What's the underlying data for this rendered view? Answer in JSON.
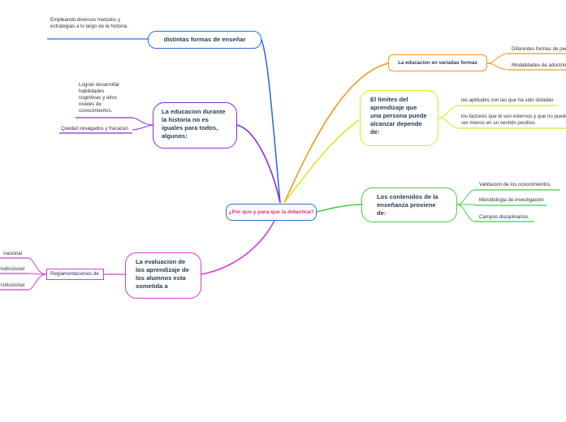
{
  "central": "¿Por que y para que la didactica?",
  "branches": {
    "formas": {
      "title": "distintas formas de enseñar",
      "leaf": "Empleando diversos metodos y estrategias a lo largo de la historia."
    },
    "educacion": {
      "title": "La educacion durante la historia no es iguales para todos, algunos:",
      "leaves": [
        "Logran desarrollar habilidades cognitivas y altos niveles de conocimientos.",
        "Quedan resagados y fracazan"
      ]
    },
    "evaluacion": {
      "title": "La evaluacion de los aprendizaje de los alumnos esta sometida a",
      "sub": "Reglamentaciones de",
      "leaves": [
        "nacional",
        "Jurisdiccional",
        "Institucional"
      ]
    },
    "variadas": {
      "title": "La educacion en variadas formas",
      "leaves": [
        "Diferentes formas de pensar",
        "Modalidades de adoctrinamiento"
      ]
    },
    "limites": {
      "title": "El limites del aprendizaje que una persona puede alcanzar depende de:",
      "leaves": [
        "las aptitudes con las que ha sido dotadas",
        "los factores que le son externos y que no pueden ser menos en un sentido positivo."
      ]
    },
    "contenidos": {
      "title": "Los contenidos de la enseñanza proviene de:",
      "leaves": [
        "Validacion de los conocimientos",
        "Metodologia de investigacion",
        "Campos disciplinarios."
      ]
    }
  },
  "colors": {
    "central": "#e0287d",
    "blue": "#2e6fd6",
    "purple": "#8a2be2",
    "magenta": "#d63ad6",
    "orange": "#f2961e",
    "yellow": "#d9e81e",
    "green": "#3fcf3f"
  }
}
